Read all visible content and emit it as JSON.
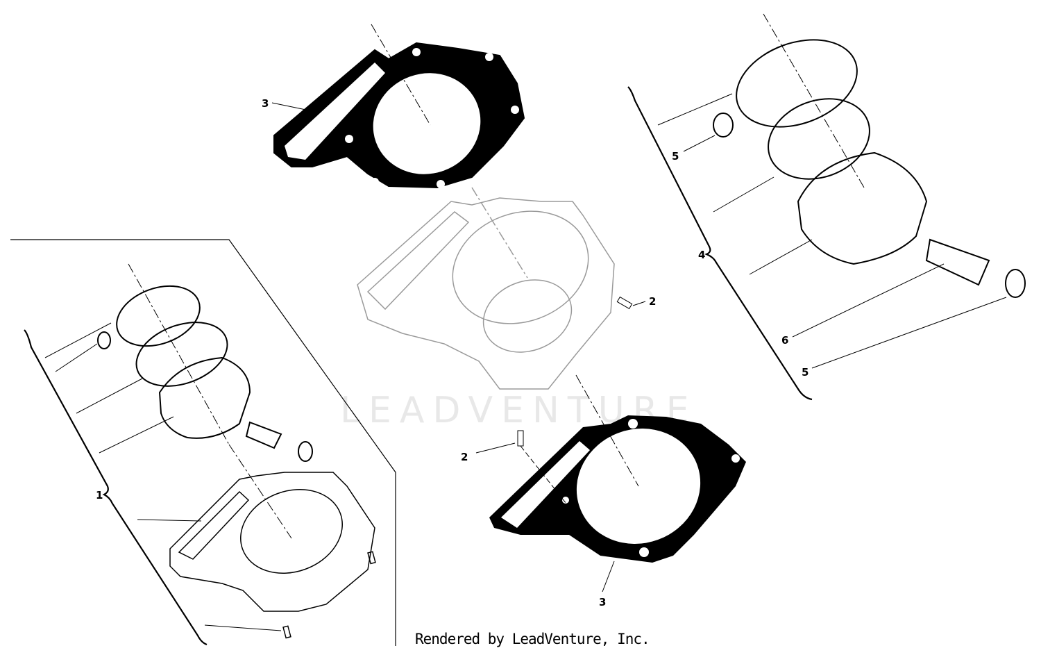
{
  "watermark": "LEADVENTURE",
  "footer": "Rendered by LeadVenture, Inc.",
  "callouts": {
    "kit_left": "1",
    "dowel_pin_upper": "2",
    "dowel_pin_lower": "2",
    "head_gasket": "3",
    "base_gasket": "3",
    "piston_kit": "4",
    "circlip_upper": "5",
    "circlip_lower": "5",
    "piston_pin": "6"
  },
  "colors": {
    "line": "#000000",
    "cylinder": "#9a9a9a",
    "watermark": "#e8e8e8"
  }
}
